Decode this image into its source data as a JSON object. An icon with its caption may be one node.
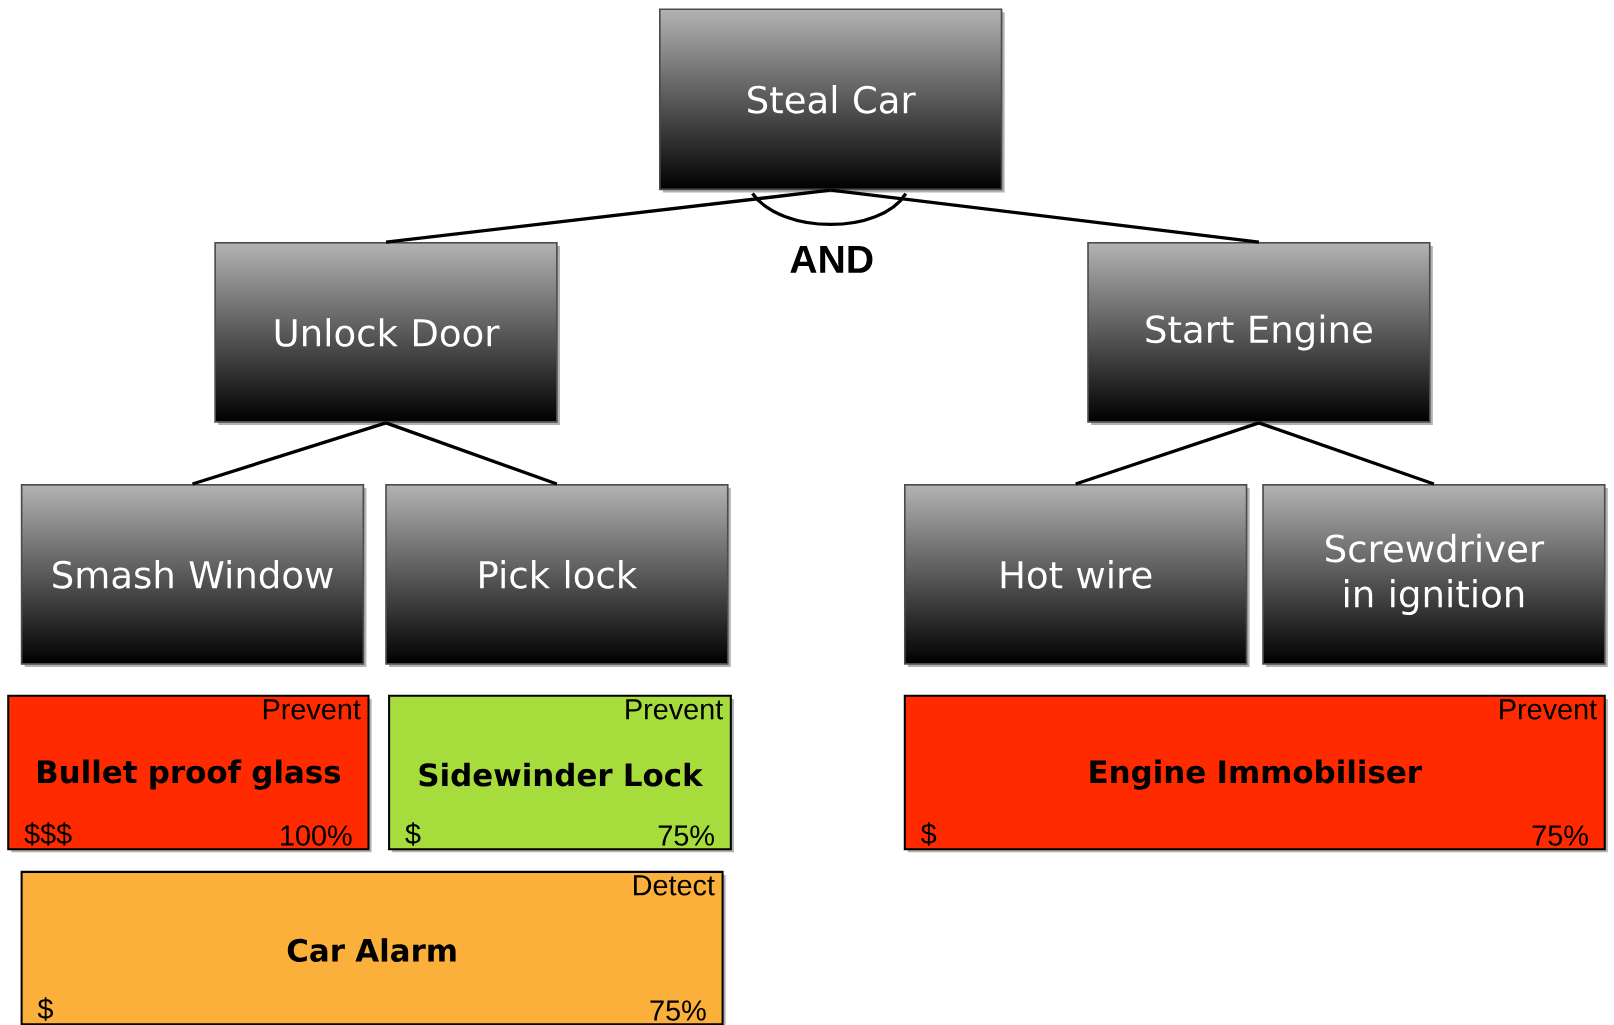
{
  "diagram": {
    "nodes": [
      {
        "text": [
          "Steal Car"
        ]
      },
      {
        "text": [
          "Unlock Door"
        ]
      },
      {
        "text": [
          "Start Engine"
        ]
      },
      {
        "text": [
          "Smash Window"
        ]
      },
      {
        "text": [
          "Pick lock"
        ]
      },
      {
        "text": [
          "Hot wire"
        ]
      },
      {
        "text": [
          "Screwdriver in ignition"
        ]
      },
      {
        "text": [
          "Prevent",
          "Bullet proof glass",
          "$$$",
          "100%"
        ]
      },
      {
        "text": [
          "Prevent",
          "Sidewinder Lock",
          "$",
          "75%"
        ]
      },
      {
        "text": [
          "Prevent",
          "Engine Immobiliser",
          "$",
          "75%"
        ]
      },
      {
        "text": [
          "Detect",
          "Car Alarm",
          "$",
          "75%"
        ]
      }
    ],
    "edges": [
      {
        "from": 0,
        "to": 1,
        "arrow": "none"
      },
      {
        "from": 0,
        "to": 2,
        "arrow": "none"
      },
      {
        "from": 1,
        "to": 3,
        "arrow": "none"
      },
      {
        "from": 1,
        "to": 4,
        "arrow": "none"
      },
      {
        "from": 2,
        "to": 5,
        "arrow": "none"
      },
      {
        "from": 2,
        "to": 6,
        "arrow": "none"
      }
    ],
    "labels": [
      "AND"
    ]
  }
}
